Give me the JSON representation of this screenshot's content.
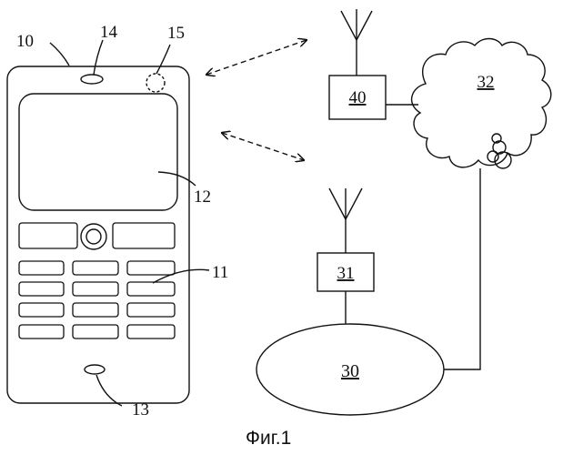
{
  "labels": {
    "phone": "10",
    "keypad": "11",
    "display": "12",
    "microphone": "13",
    "earpiece": "14",
    "sensor": "15",
    "core_network": "30",
    "base_station_1": "31",
    "internet_cloud": "32",
    "base_station_2": "40"
  },
  "caption": "Фиг.1",
  "colors": {
    "ink": "#111111",
    "background": "#ffffff"
  }
}
